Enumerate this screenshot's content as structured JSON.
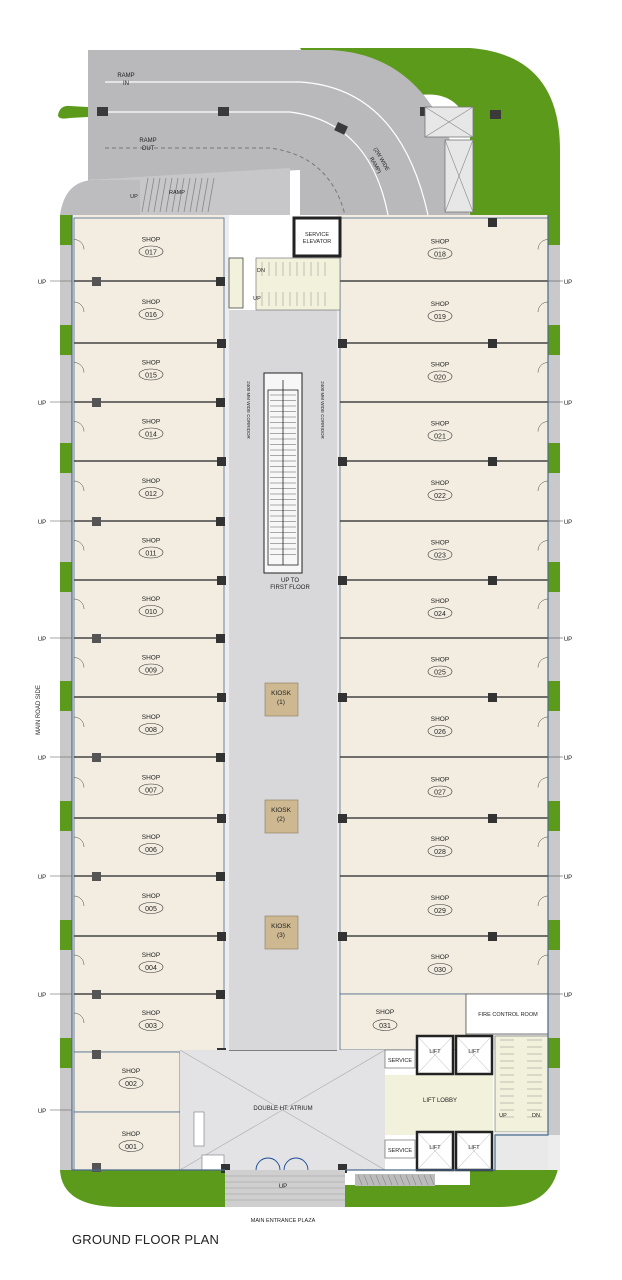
{
  "title": "GROUND FLOOR PLAN",
  "colors": {
    "green": "#5c9a1b",
    "asphalt": "#b9b9bb",
    "shop_floor": "#f3ede1",
    "corridor": "#d8d8da",
    "wall": "#3a3a3a",
    "kiosk": "#cdb892",
    "lobby": "#f2f2dc"
  },
  "labels": {
    "ramp_in": [
      "RAMP",
      "IN"
    ],
    "ramp_out": [
      "RAMP",
      "OUT"
    ],
    "ramp": "RAMP",
    "ramp_up": "UP",
    "two_way_ramp": [
      "(2W WIDE",
      "RAMP)"
    ],
    "service_elevator": [
      "SERVICE",
      "ELEVATOR"
    ],
    "stair_dn": "DN",
    "stair_up": "UP",
    "corridor_left": "2400 MM WIDE CORRIDOR",
    "corridor_right": "2400 MM WIDE CORRIDOR",
    "escalator": [
      "UP TO",
      "FIRST FLOOR"
    ],
    "main_road_side": "MAIN ROAD SIDE",
    "fire_control_room": "FIRE CONTROL ROOM",
    "service_top": "SERVICE",
    "service_bottom": "SERVICE",
    "lift": "LIFT",
    "lift_lobby": "LIFT LOBBY",
    "core_up": "UP",
    "core_dn": "DN",
    "atrium": "DOUBLE HT. ATRIUM",
    "entrance_up": "UP",
    "entrance": "MAIN ENTRANCE PLAZA",
    "side_up": "UP"
  },
  "shop_word": "SHOP",
  "kiosk_word": "KIOSK",
  "shops_left": [
    "017",
    "016",
    "015",
    "014",
    "012",
    "011",
    "010",
    "009",
    "008",
    "007",
    "006",
    "005",
    "004",
    "003",
    "002",
    "001"
  ],
  "shops_right": [
    "018",
    "019",
    "020",
    "021",
    "022",
    "023",
    "024",
    "025",
    "026",
    "027",
    "028",
    "029",
    "030",
    "031"
  ],
  "kiosks": [
    "(1)",
    "(2)",
    "(3)"
  ]
}
